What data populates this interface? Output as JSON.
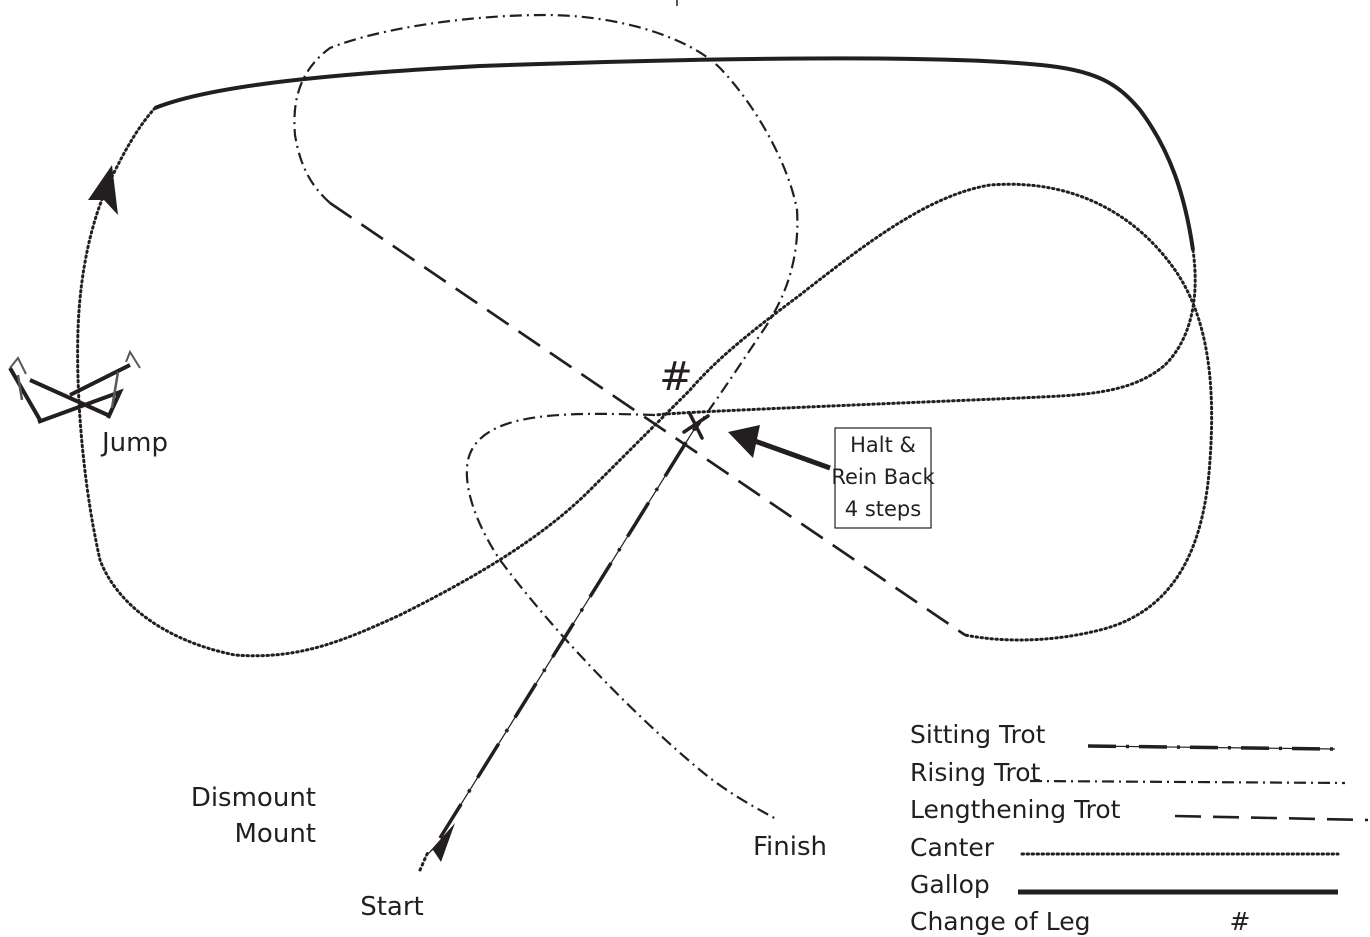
{
  "labels": {
    "jump": "Jump",
    "start": "Start",
    "finish": "Finish",
    "dismount": "Dismount",
    "mount": "Mount",
    "change_marker": "#",
    "note_line1": "Halt &",
    "note_line2": "Rein Back",
    "note_line3": "4 steps"
  },
  "legend": {
    "sitting_trot": "Sitting Trot",
    "rising_trot": "Rising Trot",
    "lengthening_trot": "Lengthening Trot",
    "canter": "Canter",
    "gallop": "Gallop",
    "change_of_leg": "Change of Leg",
    "change_of_leg_symbol": "#"
  },
  "colors": {
    "ink": "#231f20",
    "jump_grey": "#58595b"
  }
}
